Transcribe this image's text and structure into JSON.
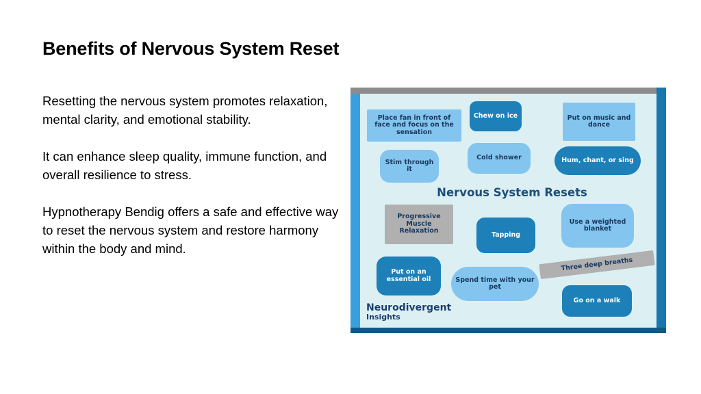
{
  "slide": {
    "title": "Benefits of Nervous System Reset",
    "paragraphs": [
      "Resetting the nervous system promotes relaxation, mental clarity, and emotional stability.",
      "It can enhance sleep quality, immune function, and overall resilience to stress.",
      "Hypnotherapy Bendig offers a safe and effective way to reset the nervous system and restore harmony within the body and mind."
    ]
  },
  "infographic": {
    "title": "Nervous System Resets",
    "brand_line1": "Neurodivergent",
    "brand_line2": "Insights",
    "items": {
      "fan": "Place fan in front of face and focus on the sensation",
      "ice": "Chew on ice",
      "music": "Put on music and dance",
      "stim": "Stim through it",
      "shower": "Cold shower",
      "hum": "Hum, chant, or sing",
      "pmr": "Progressive Muscle Relaxation",
      "tapping": "Tapping",
      "blanket": "Use a weighted blanket",
      "breaths": "Three deep breaths",
      "oil": "Put on an essential oil",
      "pet": "Spend time with your pet",
      "walk": "Go on a walk"
    },
    "colors": {
      "background": "#dcf0f4",
      "dark_bubble": "#1d80b8",
      "light_bubble": "#83c5ee",
      "gray_box": "#b0b0b0",
      "title_text": "#1d4f78"
    }
  }
}
